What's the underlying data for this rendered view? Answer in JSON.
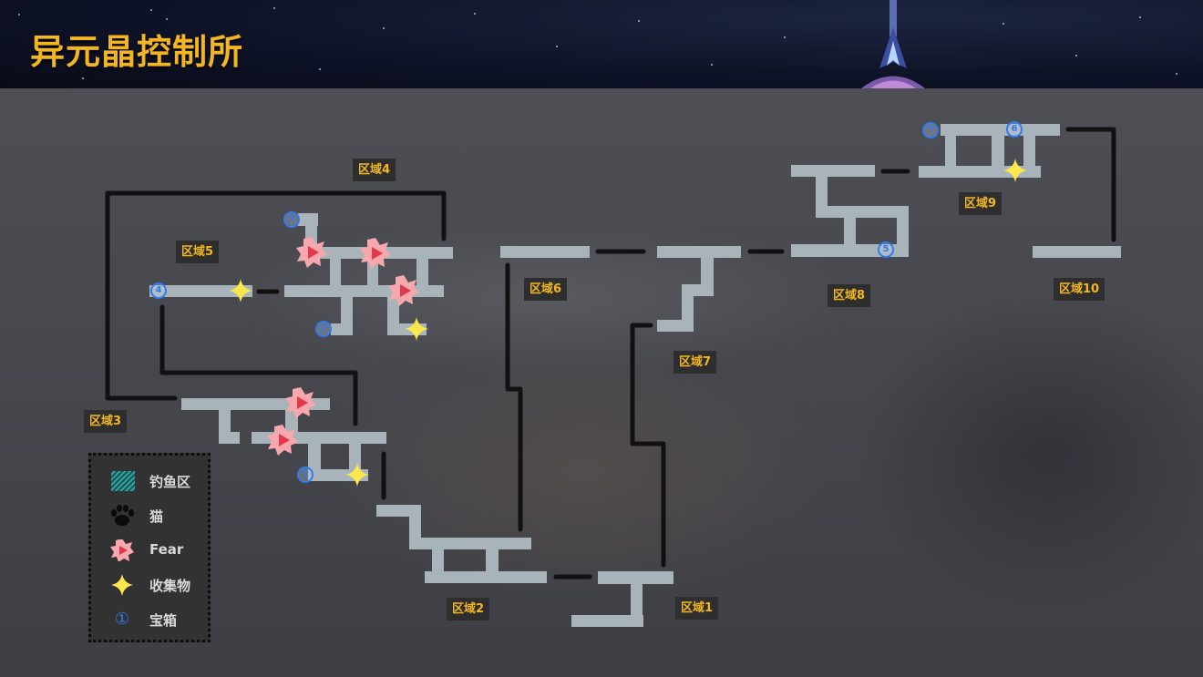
{
  "header": {
    "title": "异元晶控制所"
  },
  "zones": [
    {
      "id": "z1",
      "label": "区域1"
    },
    {
      "id": "z2",
      "label": "区域2"
    },
    {
      "id": "z3",
      "label": "区域3"
    },
    {
      "id": "z4",
      "label": "区域4"
    },
    {
      "id": "z5",
      "label": "区域5"
    },
    {
      "id": "z6",
      "label": "区域6"
    },
    {
      "id": "z7",
      "label": "区域7"
    },
    {
      "id": "z8",
      "label": "区域8"
    },
    {
      "id": "z9",
      "label": "区域9"
    },
    {
      "id": "z10",
      "label": "区域10"
    }
  ],
  "chests": [
    "1",
    "2",
    "3",
    "4",
    "5",
    "6",
    "7"
  ],
  "legend": {
    "items": [
      {
        "icon": "fishing-zone-icon",
        "label": "钓鱼区"
      },
      {
        "icon": "cat-paw-icon",
        "label": "猫"
      },
      {
        "icon": "fear-enemy-icon",
        "label": "Fear"
      },
      {
        "icon": "collectible-star-icon",
        "label": "收集物"
      },
      {
        "icon": "chest-number-icon",
        "label": "宝箱",
        "sample": "①"
      }
    ]
  },
  "colors": {
    "title": "#f3b521",
    "corridor": "#a9b3ba",
    "wall": "#111111",
    "zone_label": "#f2b71e",
    "chest": "#2f7bef",
    "fear": "#f7a8ae",
    "fear_arrow": "#e0394a",
    "star": "#fde74c",
    "fishing": "#2fa8a0"
  }
}
